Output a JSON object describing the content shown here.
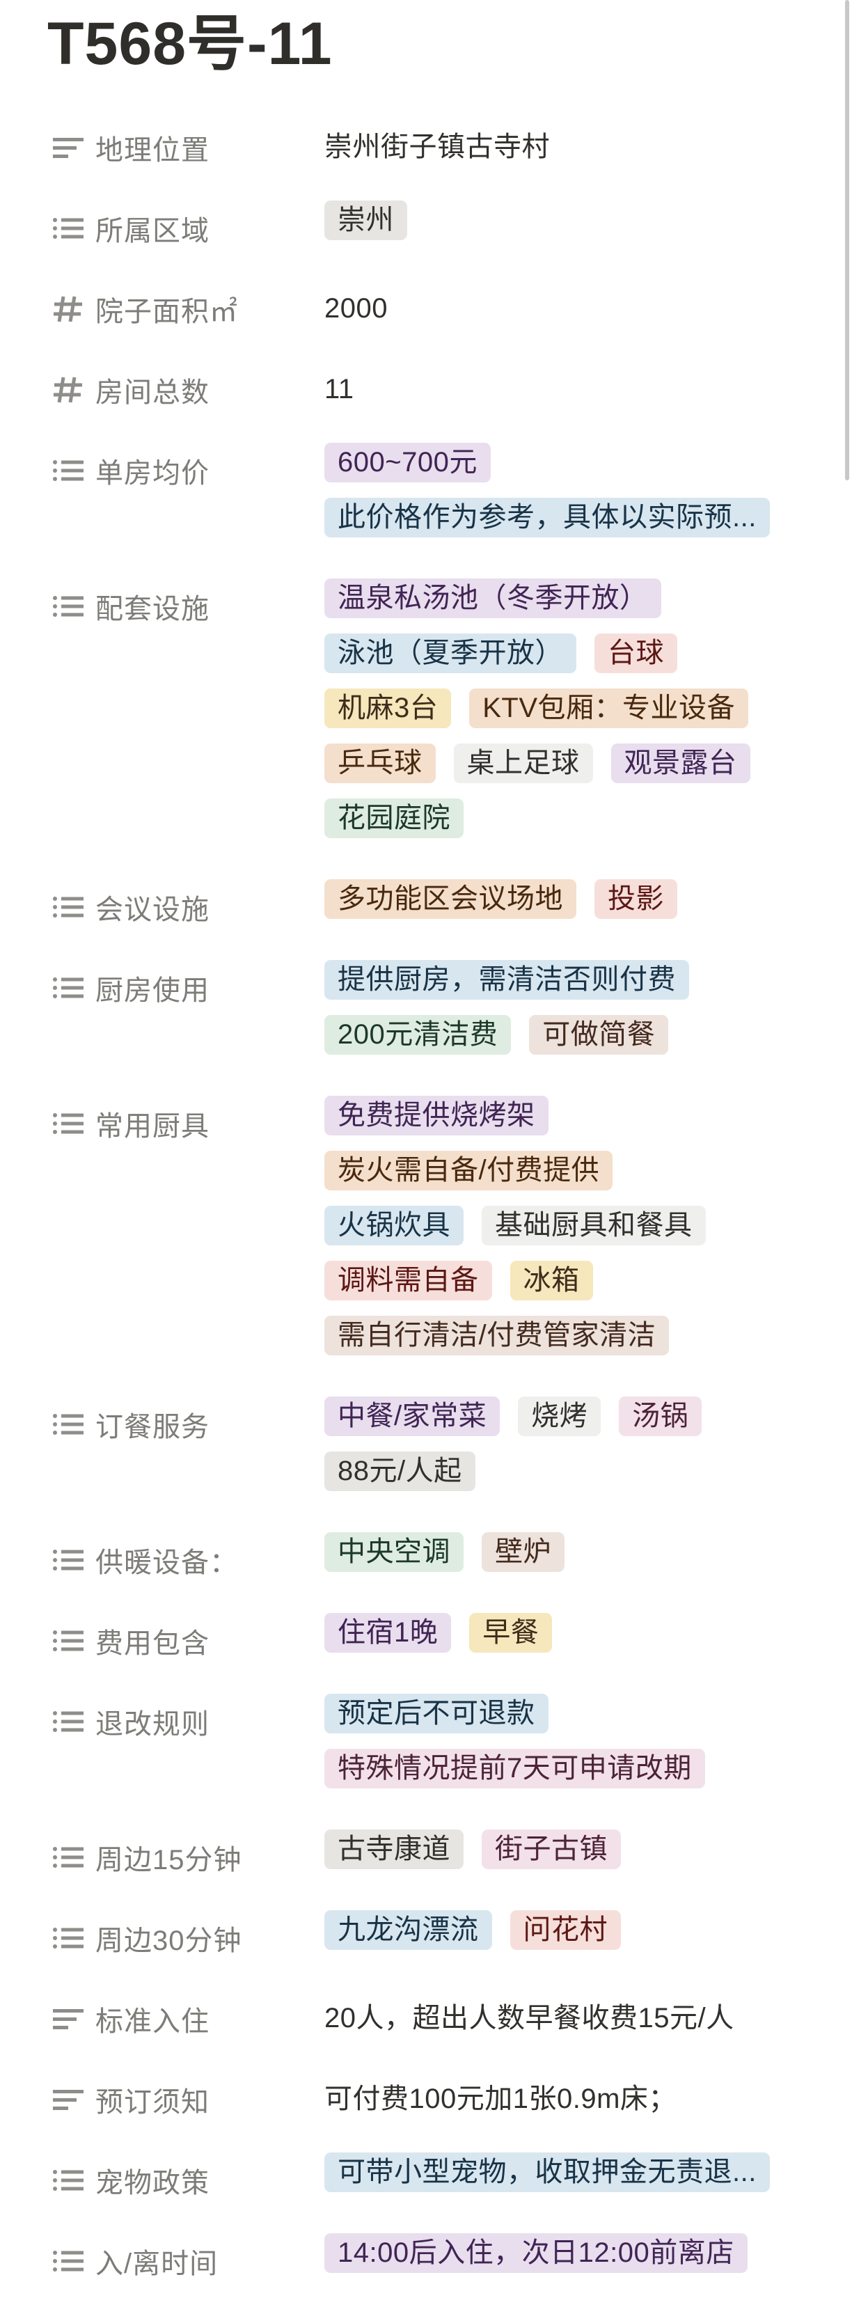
{
  "page": {
    "title": "T568号-11"
  },
  "properties": [
    {
      "icon": "text",
      "label": "地理位置",
      "text": "崇州街子镇古寺村"
    },
    {
      "icon": "list",
      "label": "所属区域",
      "tag_lines": [
        [
          {
            "text": "崇州",
            "color": "gray"
          }
        ]
      ]
    },
    {
      "icon": "number",
      "label": "院子面积㎡",
      "text": "2000"
    },
    {
      "icon": "number",
      "label": "房间总数",
      "text": "11"
    },
    {
      "icon": "list",
      "label": "单房均价",
      "tag_lines": [
        [
          {
            "text": "600~700元",
            "color": "purple"
          }
        ],
        [
          {
            "text": "此价格作为参考，具体以实际预...",
            "color": "blue"
          }
        ]
      ]
    },
    {
      "icon": "list",
      "label": "配套设施",
      "tag_lines": [
        [
          {
            "text": "温泉私汤池（冬季开放）",
            "color": "purple"
          }
        ],
        [
          {
            "text": "泳池（夏季开放）",
            "color": "blue"
          },
          {
            "text": "台球",
            "color": "red"
          }
        ],
        [
          {
            "text": "机麻3台",
            "color": "yellow"
          },
          {
            "text": "KTV包厢：专业设备",
            "color": "orange"
          }
        ],
        [
          {
            "text": "乒乓球",
            "color": "orange"
          },
          {
            "text": "桌上足球",
            "color": "default"
          },
          {
            "text": "观景露台",
            "color": "purple"
          }
        ],
        [
          {
            "text": "花园庭院",
            "color": "green"
          }
        ]
      ]
    },
    {
      "icon": "list",
      "label": "会议设施",
      "tag_lines": [
        [
          {
            "text": "多功能区会议场地",
            "color": "orange"
          },
          {
            "text": "投影",
            "color": "red"
          }
        ]
      ]
    },
    {
      "icon": "list",
      "label": "厨房使用",
      "tag_lines": [
        [
          {
            "text": "提供厨房，需清洁否则付费",
            "color": "blue"
          }
        ],
        [
          {
            "text": "200元清洁费",
            "color": "green"
          },
          {
            "text": "可做简餐",
            "color": "brown"
          }
        ]
      ]
    },
    {
      "icon": "list",
      "label": "常用厨具",
      "tag_lines": [
        [
          {
            "text": "免费提供烧烤架",
            "color": "purple"
          }
        ],
        [
          {
            "text": "炭火需自备/付费提供",
            "color": "orange"
          }
        ],
        [
          {
            "text": "火锅炊具",
            "color": "blue"
          },
          {
            "text": "基础厨具和餐具",
            "color": "default"
          }
        ],
        [
          {
            "text": "调料需自备",
            "color": "red"
          },
          {
            "text": "冰箱",
            "color": "yellow"
          }
        ],
        [
          {
            "text": "需自行清洁/付费管家清洁",
            "color": "brown"
          }
        ]
      ]
    },
    {
      "icon": "list",
      "label": "订餐服务",
      "tag_lines": [
        [
          {
            "text": "中餐/家常菜",
            "color": "purple"
          },
          {
            "text": "烧烤",
            "color": "default"
          },
          {
            "text": "汤锅",
            "color": "pink"
          }
        ],
        [
          {
            "text": "88元/人起",
            "color": "gray"
          }
        ]
      ]
    },
    {
      "icon": "list",
      "label": "供暖设备：",
      "tag_lines": [
        [
          {
            "text": "中央空调",
            "color": "green"
          },
          {
            "text": "壁炉",
            "color": "brown"
          }
        ]
      ]
    },
    {
      "icon": "list",
      "label": "费用包含",
      "tag_lines": [
        [
          {
            "text": "住宿1晚",
            "color": "purple"
          },
          {
            "text": "早餐",
            "color": "yellow"
          }
        ]
      ]
    },
    {
      "icon": "list",
      "label": "退改规则",
      "tag_lines": [
        [
          {
            "text": "预定后不可退款",
            "color": "blue"
          }
        ],
        [
          {
            "text": "特殊情况提前7天可申请改期",
            "color": "pink"
          }
        ]
      ]
    },
    {
      "icon": "list",
      "label": "周边15分钟",
      "tag_lines": [
        [
          {
            "text": "古寺康道",
            "color": "gray"
          },
          {
            "text": "街子古镇",
            "color": "pink"
          }
        ]
      ]
    },
    {
      "icon": "list",
      "label": "周边30分钟",
      "tag_lines": [
        [
          {
            "text": "九龙沟漂流",
            "color": "blue"
          },
          {
            "text": "问花村",
            "color": "red"
          }
        ]
      ]
    },
    {
      "icon": "text",
      "label": "标准入住",
      "text": "20人，超出人数早餐收费15元/人"
    },
    {
      "icon": "text",
      "label": "预订须知",
      "text": "可付费100元加1张0.9m床；"
    },
    {
      "icon": "list",
      "label": "宠物政策",
      "tag_lines": [
        [
          {
            "text": "可带小型宠物，收取押金无责退...",
            "color": "blue"
          }
        ]
      ]
    },
    {
      "icon": "list",
      "label": "入/离时间",
      "tag_lines": [
        [
          {
            "text": "14:00后入住，次日12:00前离店",
            "color": "purple"
          }
        ]
      ]
    }
  ]
}
